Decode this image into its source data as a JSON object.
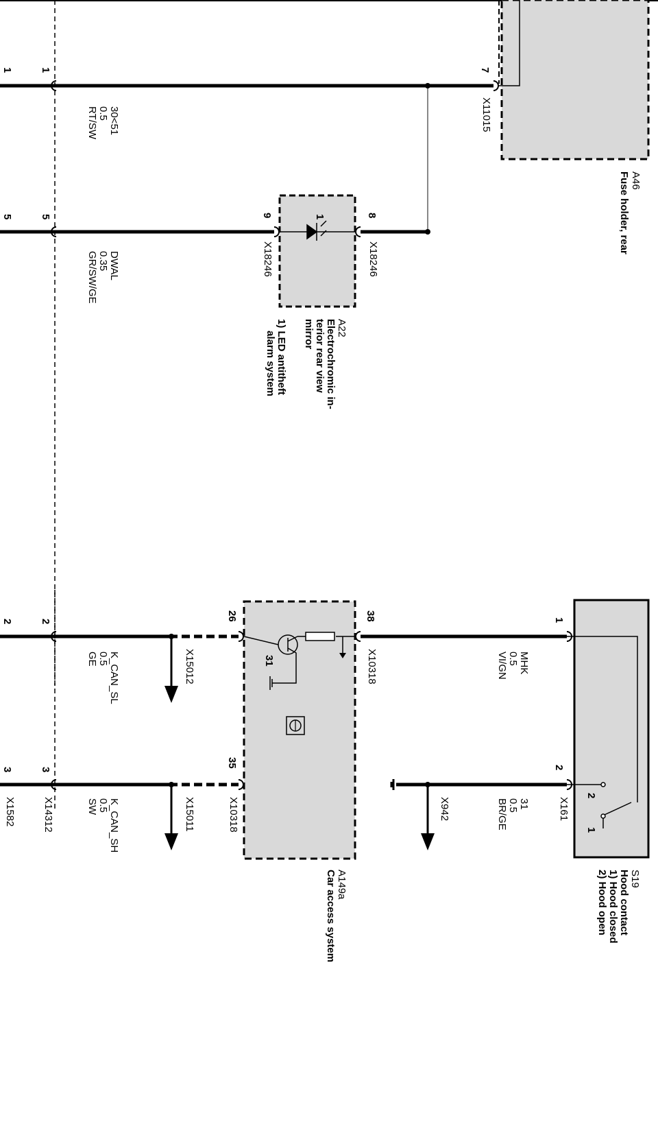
{
  "components": {
    "A46": {
      "id": "A46",
      "name": "Fuse holder, rear"
    },
    "A22": {
      "id": "A22",
      "lines": [
        "Electrochromic in-",
        "terior rear view",
        "mirror",
        "1) LED antitheft",
        "alarm system"
      ],
      "inner_pin": "1"
    },
    "S19": {
      "id": "S19",
      "lines": [
        "Hood contact",
        "1) Hood closed",
        "2) Hood open"
      ],
      "pos1": "1",
      "pos2": "2"
    },
    "A149a": {
      "id": "A149a",
      "name": "Car access system",
      "ground": "31"
    }
  },
  "wires": {
    "w1": {
      "signal": "30<51",
      "gauge": "0.5",
      "color": "RT/SW"
    },
    "w5": {
      "signal": "DWAL",
      "gauge": "0.35",
      "color": "GR/SW/GE"
    },
    "mhk": {
      "signal": "MHK",
      "gauge": "0.5",
      "color": "VI/GN"
    },
    "gnd": {
      "signal": "31",
      "gauge": "0.5",
      "color": "BR/GE"
    },
    "cansl": {
      "signal": "K_CAN_SL",
      "gauge": "0.5",
      "color": "GE"
    },
    "cansh": {
      "signal": "K_CAN_SH",
      "gauge": "0.5",
      "color": "SW"
    }
  },
  "connectors": {
    "x11015": "X11015",
    "x18246_top": "X18246",
    "x18246_bot": "X18246",
    "x10318_top": "X10318",
    "x10318_bot": "X10318",
    "x161": "X161",
    "x942": "X942",
    "x15012": "X15012",
    "x15011": "X15011",
    "x14312": "X14312",
    "x1582": "X1582"
  },
  "pins": {
    "edge1": "1",
    "border1": "1",
    "edge5": "5",
    "border5": "5",
    "edge2": "2",
    "border2": "2",
    "edge3": "3",
    "border3": "3",
    "a46_7": "7",
    "a22_8": "8",
    "a22_9": "9",
    "s19_1": "1",
    "s19_2": "2",
    "a149_38": "38",
    "a149_26": "26",
    "a149_35": "35"
  }
}
